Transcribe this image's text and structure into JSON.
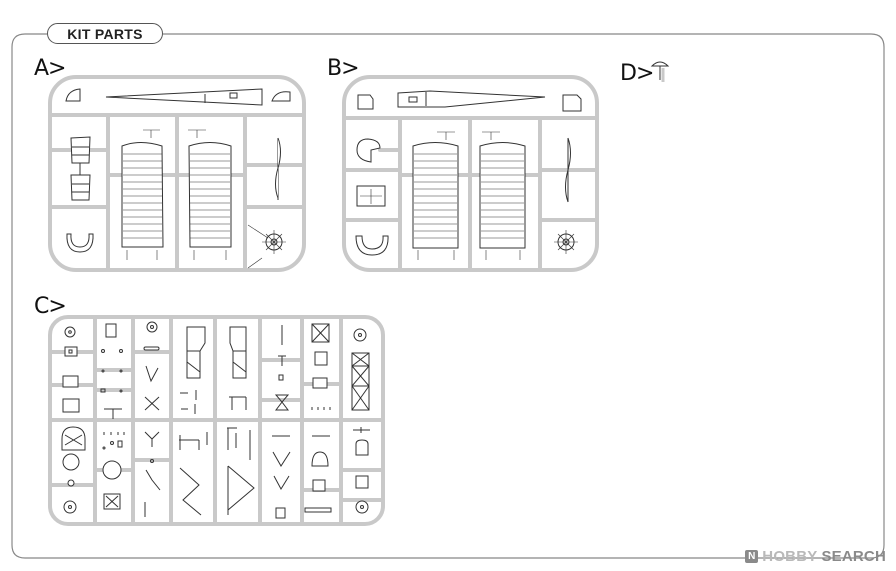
{
  "title": "KIT PARTS",
  "sprues": [
    {
      "id": "A",
      "label": "A>"
    },
    {
      "id": "B",
      "label": "B>"
    },
    {
      "id": "C",
      "label": "C>"
    },
    {
      "id": "D",
      "label": "D>"
    }
  ],
  "watermark": {
    "logo": "N",
    "brand": "HOBBY",
    "suffix": "SEARCH"
  },
  "colors": {
    "sprue": "#c9c9c9",
    "ink": "#333333",
    "frame": "#888888"
  }
}
